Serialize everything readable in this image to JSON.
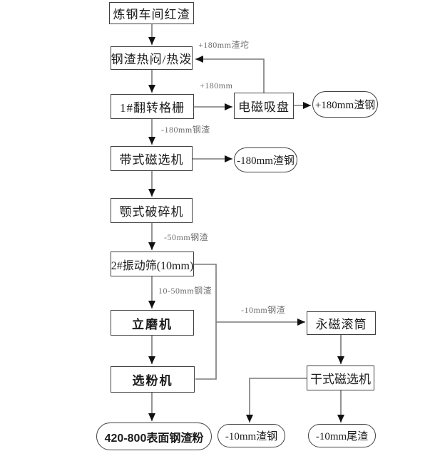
{
  "diagram": {
    "type": "flowchart",
    "language": "zh-CN",
    "topic": "steel-slag-processing-flow",
    "nodes": {
      "red_slag": {
        "label": "炼钢车间红渣",
        "shape": "rect"
      },
      "hot_stew": {
        "label": "钢渣热闷/热泼",
        "shape": "rect"
      },
      "grid1": {
        "label": "1#翻转格栅",
        "shape": "rect"
      },
      "magnet_plate": {
        "label": "电磁吸盘",
        "shape": "rect"
      },
      "slag_steel_p180": {
        "label": "+180mm渣钢",
        "shape": "stadium"
      },
      "belt_sep": {
        "label": "带式磁选机",
        "shape": "rect"
      },
      "slag_steel_m180": {
        "label": "-180mm渣钢",
        "shape": "stadium"
      },
      "jaw_crusher": {
        "label": "颚式破碎机",
        "shape": "rect"
      },
      "screen2": {
        "label": "2#振动筛(10mm)",
        "shape": "rect"
      },
      "vert_mill": {
        "label": "立磨机",
        "shape": "rect",
        "bold": true
      },
      "perm_drum": {
        "label": "永磁滚筒",
        "shape": "rect"
      },
      "classifier": {
        "label": "选粉机",
        "shape": "rect",
        "bold": true
      },
      "dry_sep": {
        "label": "干式磁选机",
        "shape": "rect"
      },
      "product": {
        "label": "420-800表面钢渣粉",
        "shape": "stadium",
        "bold": true
      },
      "slag_steel_m10": {
        "label": "-10mm渣钢",
        "shape": "stadium"
      },
      "tailings_m10": {
        "label": "-10mm尾渣",
        "shape": "stadium"
      }
    },
    "edge_labels": {
      "p180_lump": "+180mm渣坨",
      "p180": "+180mm",
      "m180_slag": "-180mm钢渣",
      "m50_slag": "-50mm钢渣",
      "mid_slag": "10-50mm钢渣",
      "m10_slag": "-10mm钢渣"
    },
    "edges": [
      {
        "from": "red_slag",
        "to": "hot_stew"
      },
      {
        "from": "hot_stew",
        "to": "grid1"
      },
      {
        "from": "grid1",
        "to": "magnet_plate",
        "label": "+180mm"
      },
      {
        "from": "magnet_plate",
        "to": "slag_steel_p180"
      },
      {
        "from": "magnet_plate",
        "to": "hot_stew",
        "label": "+180mm渣坨"
      },
      {
        "from": "grid1",
        "to": "belt_sep",
        "label": "-180mm钢渣"
      },
      {
        "from": "belt_sep",
        "to": "slag_steel_m180"
      },
      {
        "from": "belt_sep",
        "to": "jaw_crusher"
      },
      {
        "from": "jaw_crusher",
        "to": "screen2",
        "label": "-50mm钢渣"
      },
      {
        "from": "screen2",
        "to": "vert_mill",
        "label": "10-50mm钢渣"
      },
      {
        "from": "screen2",
        "to": "perm_drum",
        "label": "-10mm钢渣"
      },
      {
        "from": "classifier",
        "to": "perm_drum",
        "label": "-10mm钢渣"
      },
      {
        "from": "vert_mill",
        "to": "classifier"
      },
      {
        "from": "classifier",
        "to": "product"
      },
      {
        "from": "perm_drum",
        "to": "dry_sep"
      },
      {
        "from": "dry_sep",
        "to": "slag_steel_m10"
      },
      {
        "from": "dry_sep",
        "to": "tailings_m10"
      }
    ],
    "colors": {
      "background": "#ffffff",
      "line": "#7a7a7a",
      "arrowhead": "#111111",
      "box_border": "#404040",
      "node_text": "#1b1b1b",
      "edge_label_text": "#6e6e6e"
    }
  }
}
